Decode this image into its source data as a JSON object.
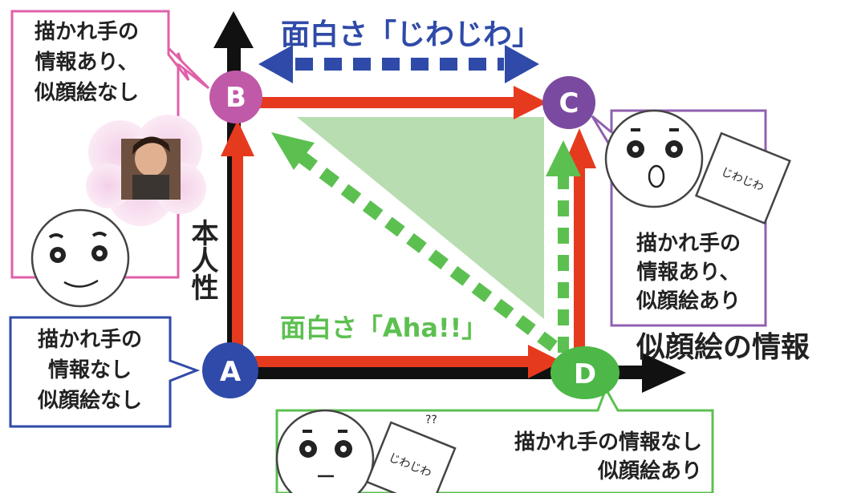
{
  "title_top": "面白さ「じわじわ」",
  "title_bottom": "面白さ「Aha!!」",
  "y_axis_label": "本人性",
  "x_axis_label": "似顔絵の情報",
  "nodes": {
    "A": {
      "label": "A",
      "color": "#2f4aa8"
    },
    "B": {
      "label": "B",
      "color": "#c05aa8"
    },
    "C": {
      "label": "C",
      "color": "#7a4aa0"
    },
    "D": {
      "label": "D",
      "color": "#4db848"
    }
  },
  "boxes": {
    "B": {
      "line1": "描かれ手の",
      "line2": "情報あり、",
      "line3": "似顔絵なし"
    },
    "C": {
      "line1": "描かれ手の",
      "line2": "情報あり、",
      "line3": "似顔絵あり"
    },
    "A": {
      "line1": "描かれ手の",
      "line2": "情報なし",
      "line3": "似顔絵なし"
    },
    "D": {
      "line1": "描かれ手の情報なし",
      "line2": "似顔絵あり"
    }
  },
  "card_text": "じわじわ",
  "confused_text": "??",
  "colors": {
    "red": "#e63a1f",
    "blue": "#2f4aa8",
    "green": "#5cc050",
    "triangle": "#b8ddb0",
    "pink": "#e060a8",
    "purple": "#9060b0"
  }
}
